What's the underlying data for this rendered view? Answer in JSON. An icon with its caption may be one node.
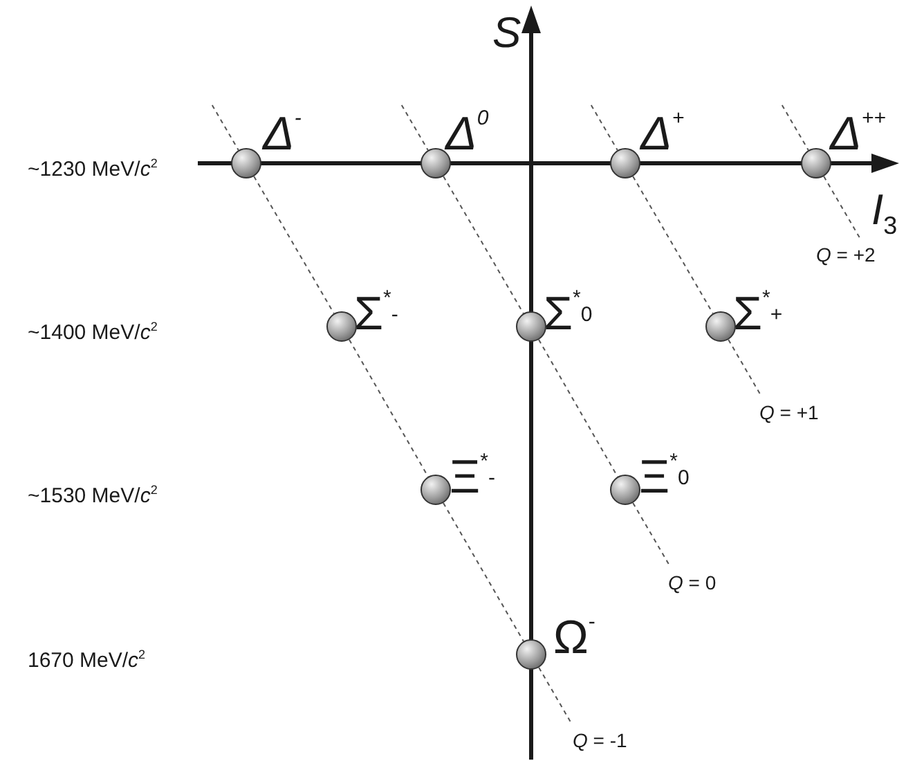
{
  "diagram": {
    "nodes": [
      {
        "text": [],
        "shape": "circle",
        "beside": [
          "Δ$^{-}$"
        ]
      },
      {
        "text": [],
        "shape": "circle",
        "beside": [
          "Δ$^{0}$"
        ]
      },
      {
        "text": [],
        "shape": "circle",
        "beside": [
          "Δ$^{+}$"
        ]
      },
      {
        "text": [],
        "shape": "circle",
        "beside": [
          "Δ$^{++}$"
        ]
      },
      {
        "text": [],
        "shape": "circle",
        "beside": [
          "Σ$^{*}$$_{-}$"
        ]
      },
      {
        "text": [],
        "shape": "circle",
        "beside": [
          "Σ$^{*}$$_{0}$"
        ]
      },
      {
        "text": [],
        "shape": "circle",
        "beside": [
          "Σ$^{*}$$_{+}$"
        ]
      },
      {
        "text": [],
        "shape": "circle",
        "beside": [
          "Ξ$^{*}$$_{-}$"
        ]
      },
      {
        "text": [],
        "shape": "circle",
        "beside": [
          "Ξ$^{*}$$_{0}$"
        ]
      },
      {
        "text": [],
        "shape": "circle",
        "beside": [
          "Ω$^{-}$"
        ]
      },
      {
        "text": [
          "*Q* = +2"
        ]
      },
      {
        "text": [
          "*Q* = +1"
        ]
      },
      {
        "text": [
          "*Q* = 0"
        ]
      },
      {
        "text": [
          "*Q* = -1"
        ]
      }
    ],
    "edges": [
      {
        "from": null,
        "to": 0,
        "arrow": "none",
        "style": "dashed"
      },
      {
        "from": 0,
        "to": 4,
        "arrow": "none",
        "style": "dashed"
      },
      {
        "from": 4,
        "to": 7,
        "arrow": "none",
        "style": "dashed"
      },
      {
        "from": 7,
        "to": 9,
        "arrow": "none",
        "style": "dashed"
      },
      {
        "from": 9,
        "to": 13,
        "arrow": "none",
        "style": "dashed"
      },
      {
        "from": null,
        "to": 1,
        "arrow": "none",
        "style": "dashed"
      },
      {
        "from": 1,
        "to": 5,
        "arrow": "none",
        "style": "dashed"
      },
      {
        "from": 5,
        "to": 8,
        "arrow": "none",
        "style": "dashed"
      },
      {
        "from": 8,
        "to": 12,
        "arrow": "none",
        "style": "dashed"
      },
      {
        "from": null,
        "to": 2,
        "arrow": "none",
        "style": "dashed"
      },
      {
        "from": 2,
        "to": 6,
        "arrow": "none",
        "style": "dashed"
      },
      {
        "from": 6,
        "to": 11,
        "arrow": "none",
        "style": "dashed"
      },
      {
        "from": null,
        "to": 3,
        "arrow": "none",
        "style": "dashed"
      },
      {
        "from": 3,
        "to": 10,
        "arrow": "none",
        "style": "dashed"
      }
    ],
    "labels": [
      "S",
      "~1230 MeV/*c*$^{2}$",
      "I$_{3}$",
      "~1400 MeV/*c*$^{2}$",
      "~1530 MeV/*c*$^{2}$",
      "1670 MeV/*c*$^{2}$"
    ]
  }
}
